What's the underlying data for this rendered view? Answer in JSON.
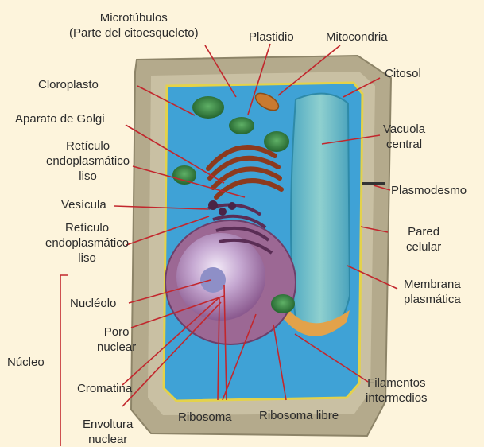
{
  "colors": {
    "background": "#fdf4dc",
    "leader_lines": "#c2272d",
    "cell_wall": "#b4aa8c",
    "cytosol": "#3fa2d6",
    "vacuole": "#7fc3c4",
    "nucleus": "#b897c6",
    "golgi": "#8c3a1e",
    "chloroplast": "#2f7a3a",
    "mitochondrion": "#c97a30"
  },
  "labels": {
    "microtubulos": "Microtúbulos\n(Parte del citoesqueleto)",
    "plastidio": "Plastidio",
    "mitocondria": "Mitocondria",
    "citosol": "Citosol",
    "cloroplasto": "Cloroplasto",
    "golgi": "Aparato de Golgi",
    "vacuola": "Vacuola\ncentral",
    "reticulo_1": "Retículo\nendoplasmático\nliso",
    "plasmodesmo": "Plasmodesmo",
    "vesicula": "Vesícula",
    "reticulo_2": "Retículo\nendoplasmático\nliso",
    "pared": "Pared\ncelular",
    "nucleolo": "Nucléolo",
    "membrana": "Membrana\nplasmática",
    "poro": "Poro\nnuclear",
    "nucleo": "Núcleo",
    "cromatina": "Cromatina",
    "filamentos": "Filamentos\nintermedios",
    "envoltura": "Envoltura\nnuclear",
    "ribosoma": "Ribosoma",
    "ribosoma_libre": "Ribosoma libre"
  }
}
